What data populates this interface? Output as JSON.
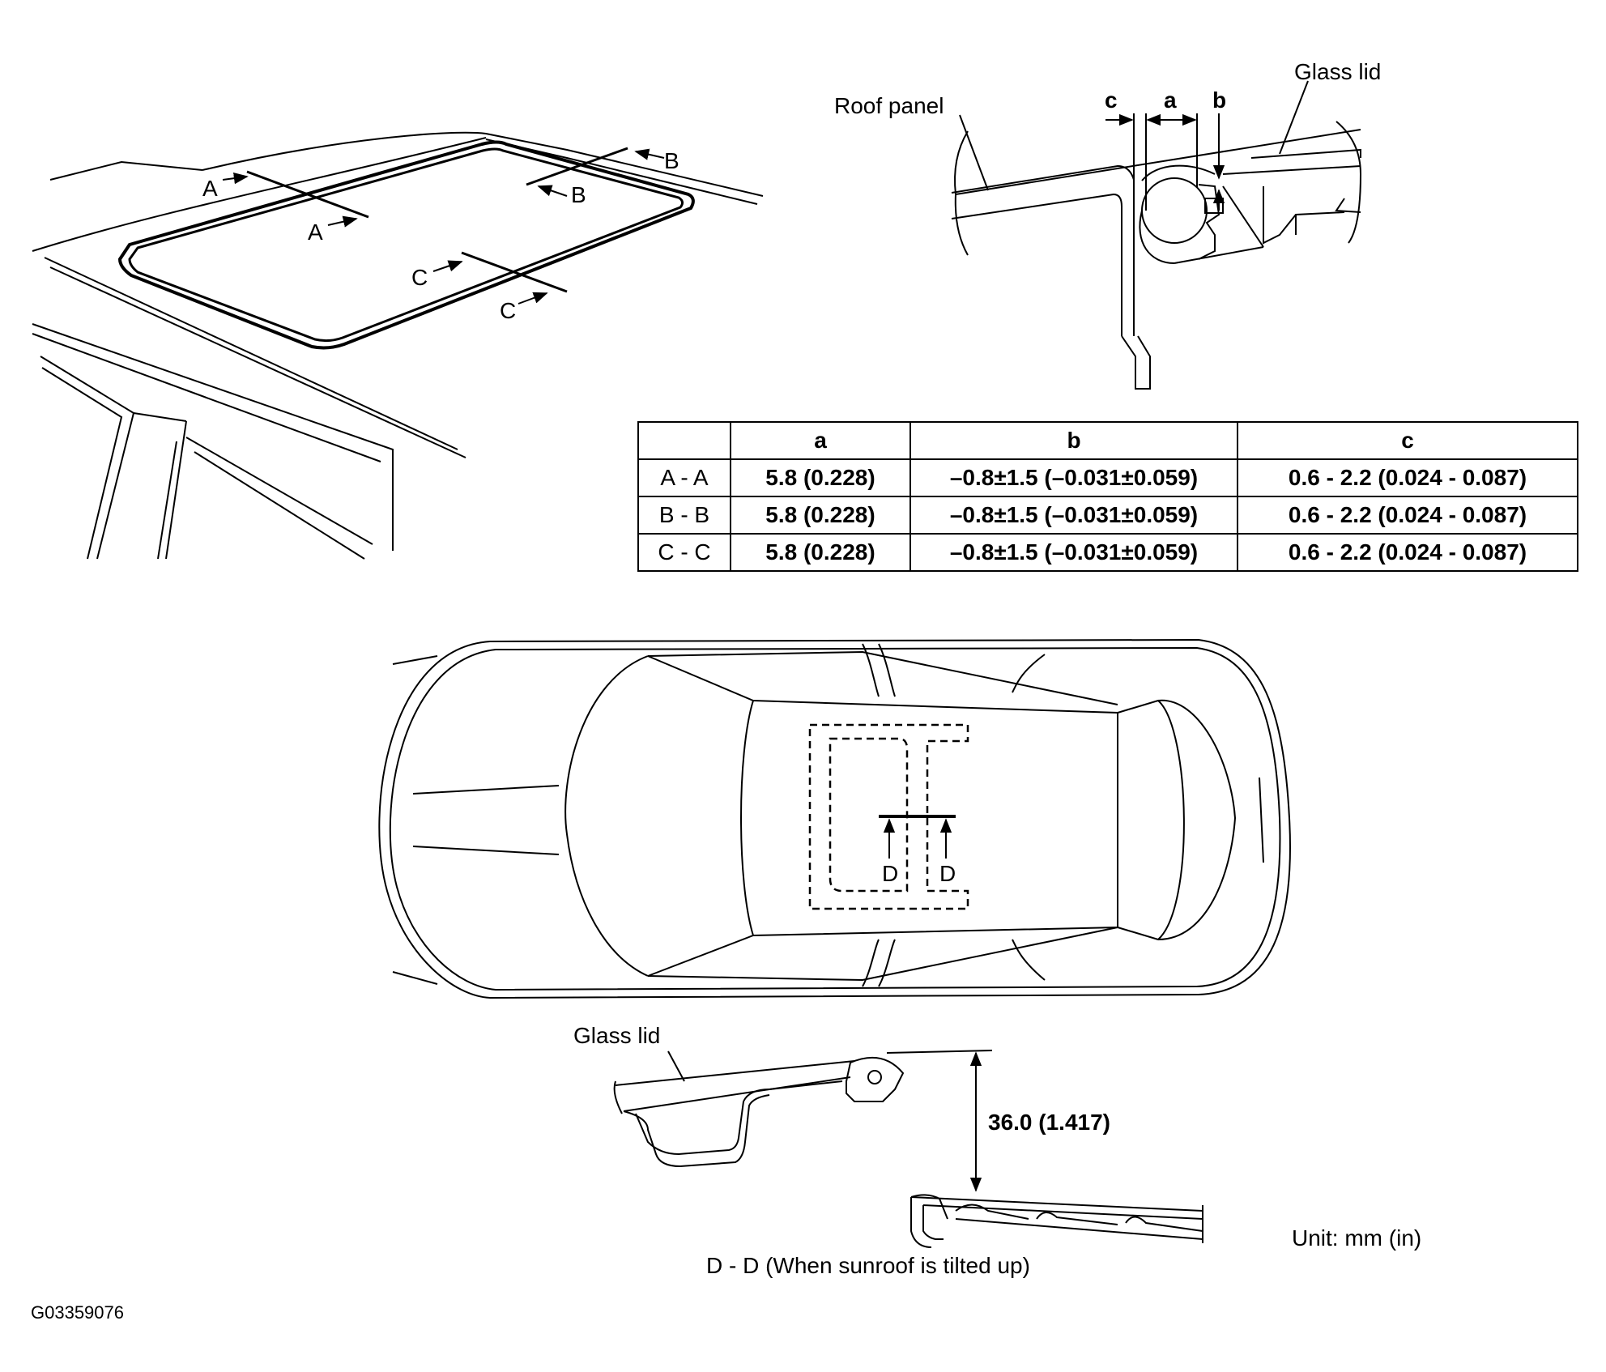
{
  "labels": {
    "roof_panel": "Roof panel",
    "glass_lid_top": "Glass lid",
    "glass_lid_bottom": "Glass lid",
    "dim_a": "a",
    "dim_b": "b",
    "dim_c": "c",
    "sec_a1": "A",
    "sec_a2": "A",
    "sec_b1": "B",
    "sec_b2": "B",
    "sec_c1": "C",
    "sec_c2": "C",
    "sec_d1": "D",
    "sec_d2": "D",
    "height_dim": "36.0 (1.417)",
    "dd_caption": "D - D  (When sunroof is tilted up)",
    "unit": "Unit: mm (in)",
    "figure_id": "G03359076"
  },
  "table": {
    "headers": [
      "",
      "a",
      "b",
      "c"
    ],
    "rows": [
      [
        "A - A",
        "5.8 (0.228)",
        "–0.8±1.5 (–0.031±0.059)",
        "0.6 - 2.2 (0.024 - 0.087)"
      ],
      [
        "B - B",
        "5.8 (0.228)",
        "–0.8±1.5 (–0.031±0.059)",
        "0.6 - 2.2 (0.024 - 0.087)"
      ],
      [
        "C - C",
        "5.8 (0.228)",
        "–0.8±1.5 (–0.031±0.059)",
        "0.6 - 2.2 (0.024 - 0.087)"
      ]
    ]
  }
}
